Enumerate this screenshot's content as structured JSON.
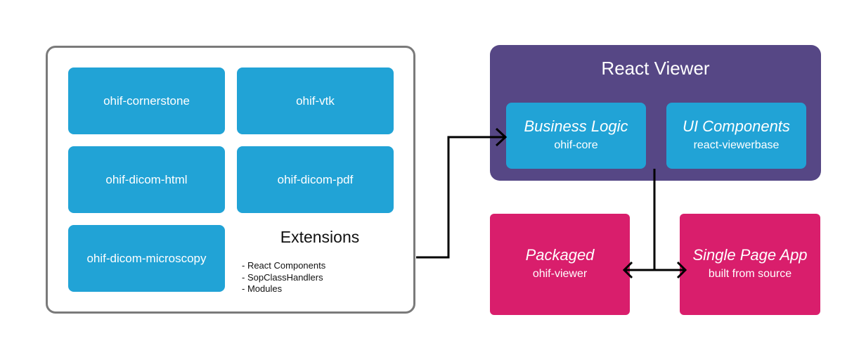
{
  "extensions": {
    "title": "Extensions",
    "items": [
      "ohif-cornerstone",
      "ohif-vtk",
      "ohif-dicom-html",
      "ohif-dicom-pdf",
      "ohif-dicom-microscopy"
    ],
    "features": [
      "- React Components",
      "- SopClassHandlers",
      "- Modules"
    ]
  },
  "react_viewer": {
    "title": "React Viewer",
    "business_logic": {
      "title": "Business Logic",
      "package": "ohif-core"
    },
    "ui_components": {
      "title": "UI Components",
      "package": "react-viewerbase"
    }
  },
  "packaged": {
    "title": "Packaged",
    "package": "ohif-viewer"
  },
  "spa": {
    "title": "Single Page App",
    "subtitle": "built from source"
  },
  "colors": {
    "extension_box": "#21a3d6",
    "react_viewer_bg": "#564785",
    "distribution_box": "#d91e6c",
    "panel_border": "#7a7a7a",
    "connector": "#000000"
  }
}
